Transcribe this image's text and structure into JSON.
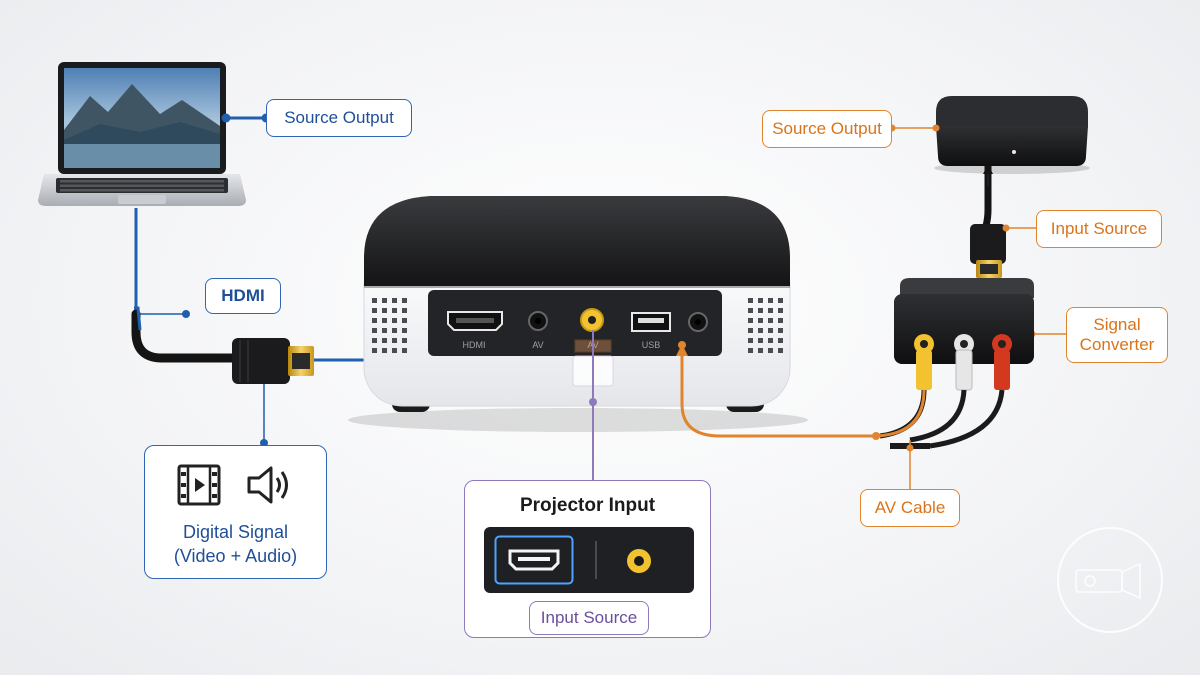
{
  "labels": {
    "laptop_source_output": "Source Output",
    "hdmi": "HDMI",
    "digital_signal": "Digital Signal",
    "digital_signal_detail": "(Video + Audio)",
    "projector_input_title": "Projector Input",
    "input_source_bottom": "Input Source",
    "box_source_output": "Source Output",
    "box_input_source": "Input Source",
    "signal_converter_line1": "Signal",
    "signal_converter_line2": "Converter",
    "av_cable": "AV Cable"
  },
  "projector_ports": {
    "hdmi": "HDMI",
    "av1": "AV",
    "av2": "AV",
    "usb": "USB"
  },
  "icons": [
    "video-film-icon",
    "speaker-icon",
    "hdmi-port-icon",
    "av-port-icon",
    "watermark-logo-icon"
  ],
  "colors": {
    "digital_path": "#1f5fae",
    "analog_path": "#e0852e",
    "projector_input": "#8e79bb",
    "rca_yellow": "#f2c230",
    "rca_white": "#e6e6e6",
    "rca_red": "#d2391f"
  }
}
